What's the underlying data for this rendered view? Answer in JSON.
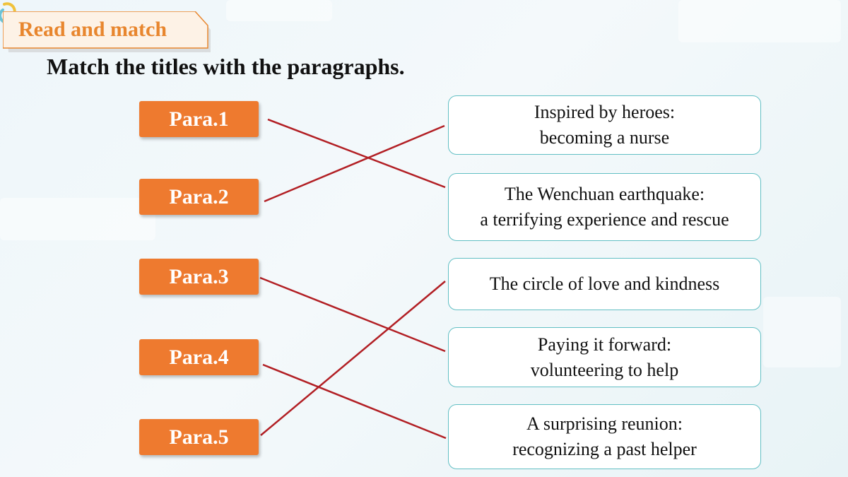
{
  "header": {
    "banner": "Read and match"
  },
  "instruction": "Match the titles with the paragraphs.",
  "paragraphs": [
    {
      "label": "Para.1"
    },
    {
      "label": "Para.2"
    },
    {
      "label": "Para.3"
    },
    {
      "label": "Para.4"
    },
    {
      "label": "Para.5"
    }
  ],
  "titles": [
    {
      "line1": "Inspired by heroes:",
      "line2": "becoming a nurse"
    },
    {
      "line1": "The Wenchuan earthquake:",
      "line2": "a terrifying experience and rescue"
    },
    {
      "line1": "The circle of love and kindness",
      "line2": ""
    },
    {
      "line1": "Paying it forward:",
      "line2": "volunteering to help"
    },
    {
      "line1": "A surprising reunion:",
      "line2": "recognizing a past helper"
    }
  ],
  "matches": [
    {
      "para": 1,
      "title": 2
    },
    {
      "para": 2,
      "title": 1
    },
    {
      "para": 3,
      "title": 4
    },
    {
      "para": 4,
      "title": 5
    },
    {
      "para": 5,
      "title": 3
    }
  ],
  "colors": {
    "banner_text": "#e8862e",
    "para_fill": "#ee7a2f",
    "title_border": "#62bfc4",
    "connector": "#b21f24"
  },
  "icons": {
    "decor": "ring-link-icon"
  }
}
